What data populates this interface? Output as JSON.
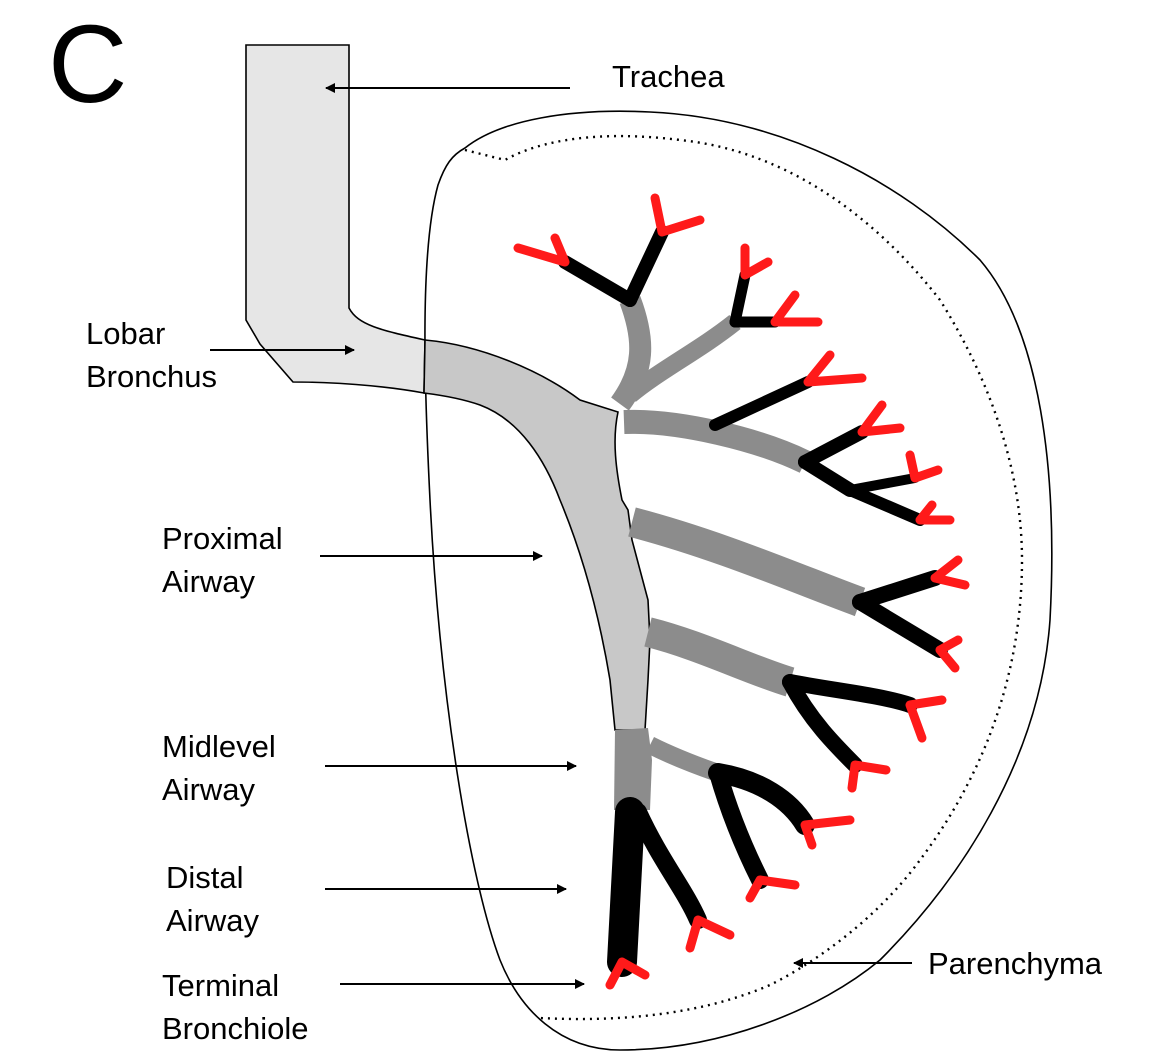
{
  "panel_letter": "C",
  "labels": {
    "trachea": "Trachea",
    "lobar_1": "Lobar",
    "lobar_2": "Bronchus",
    "proximal_1": "Proximal",
    "proximal_2": "Airway",
    "midlevel_1": "Midlevel",
    "midlevel_2": "Airway",
    "distal_1": "Distal",
    "distal_2": "Airway",
    "terminal_1": "Terminal",
    "terminal_2": "Bronchiole",
    "parenchyma": "Parenchyma"
  },
  "colors": {
    "trachea_fill": "#e6e6e6",
    "proximal_fill": "#c8c8c8",
    "midlevel_fill": "#8c8c8c",
    "distal_fill": "#000000",
    "terminal_fill": "#ff1a1a",
    "outline": "#000000"
  }
}
